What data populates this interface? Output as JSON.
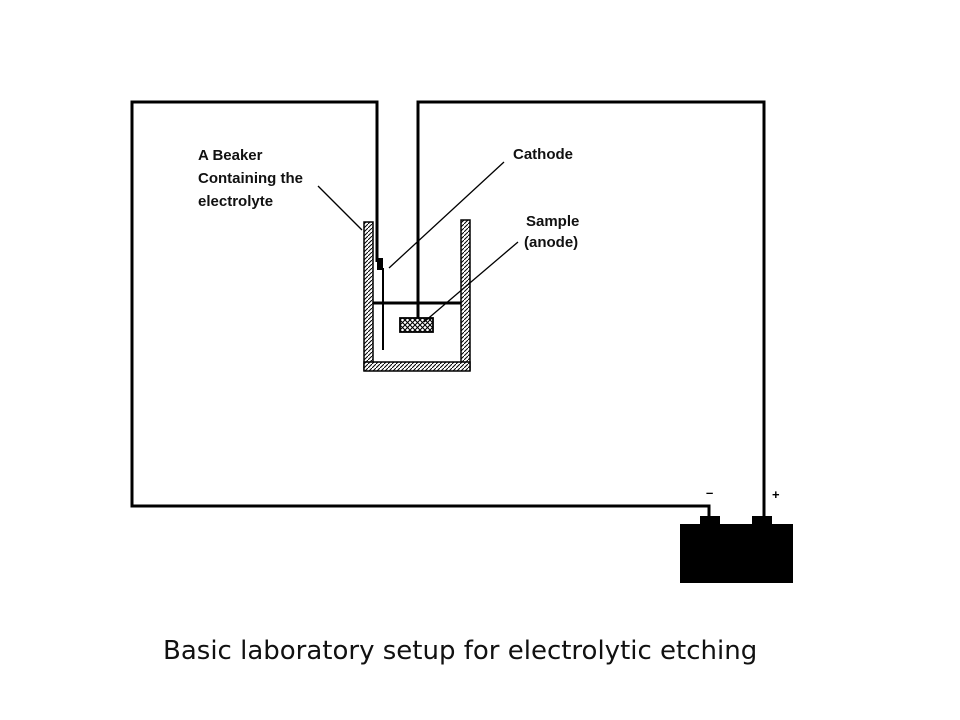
{
  "diagram": {
    "labels": {
      "beaker_line1": "A Beaker",
      "beaker_line2": "Containing the",
      "beaker_line3": "electrolyte",
      "cathode": "Cathode",
      "sample_line1": "Sample",
      "sample_line2": "(anode)"
    },
    "battery": {
      "negative_sign": "–",
      "positive_sign": "+"
    },
    "caption": "Basic laboratory setup for electrolytic etching"
  }
}
